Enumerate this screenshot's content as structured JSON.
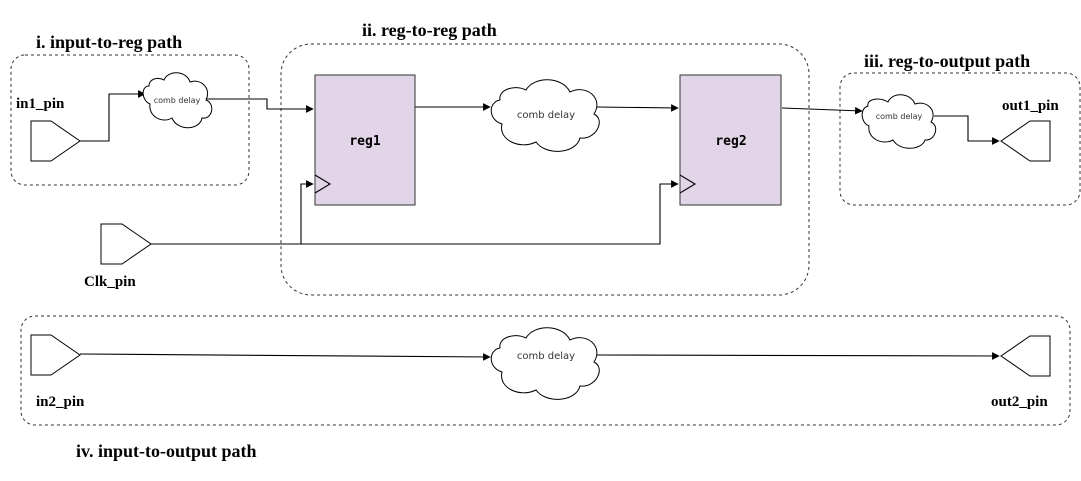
{
  "groups": {
    "input_to_reg": "i. input-to-reg path",
    "reg_to_reg": "ii. reg-to-reg path",
    "reg_to_output": "iii. reg-to-output path",
    "input_to_output": "iv. input-to-output path"
  },
  "pins": {
    "in1": "in1_pin",
    "in2": "in2_pin",
    "clk": "Clk_pin",
    "out1": "out1_pin",
    "out2": "out2_pin"
  },
  "registers": {
    "reg1": "reg1",
    "reg2": "reg2"
  },
  "delays": {
    "input_to_reg": "comb delay",
    "reg_to_reg": "comb delay",
    "reg_to_output": "comb delay",
    "input_to_output": "comb delay"
  },
  "colors": {
    "register_fill": "#e1d5e7",
    "stroke": "#000000"
  }
}
